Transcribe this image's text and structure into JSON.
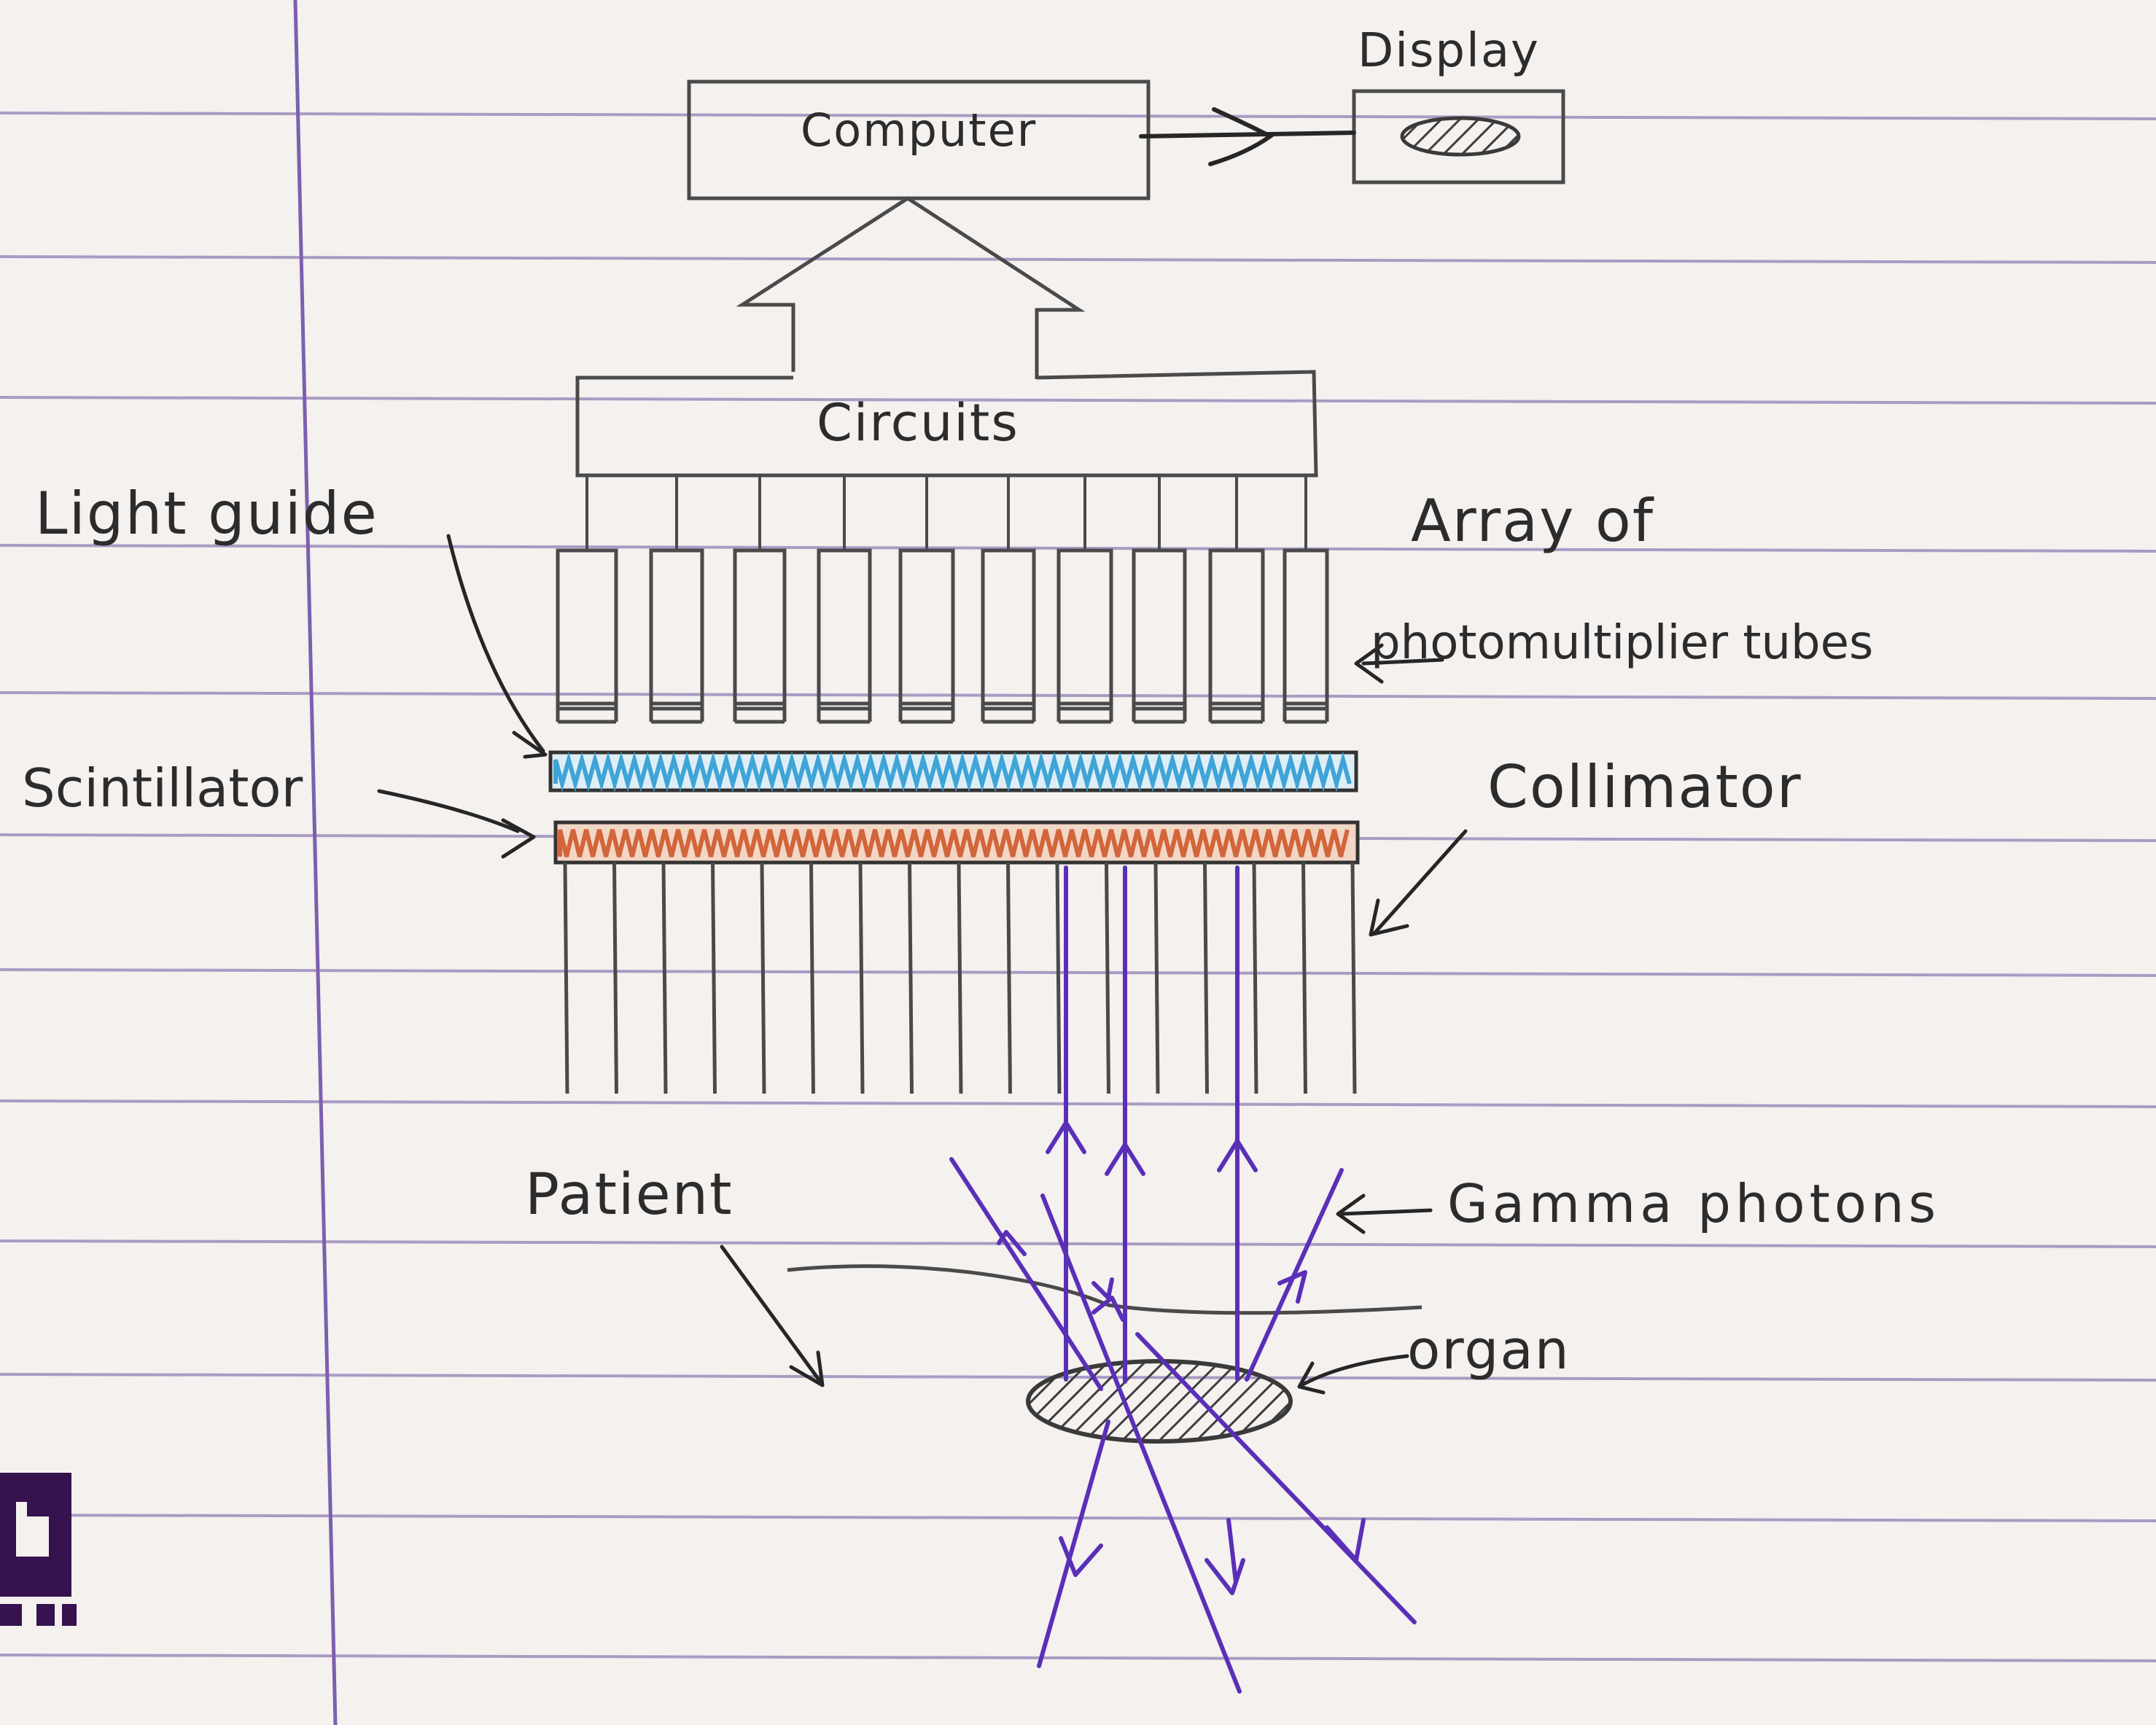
{
  "labels": {
    "display": "Display",
    "computer": "Computer",
    "circuits": "Circuits",
    "light_guide": "Light guide",
    "array_line1": "Array of",
    "array_line2": "photomultiplier tubes",
    "scintillator": "Scintillator",
    "collimator": "Collimator",
    "patient": "Patient",
    "gamma_photons": "Gamma photons",
    "organ": "organ"
  },
  "colors": {
    "paper": "#f4f1ef",
    "rule_lines": "#a99bc4",
    "margin_line": "#7d5fae",
    "pencil": "#4a4a4a",
    "ink": "#262626",
    "light_guide_fill": "#3fa4d6",
    "scintillator_fill": "#d2653a",
    "gamma_ray": "#5a2fb8",
    "logo": "#36124f"
  },
  "icons": {
    "corner_logo": "purple-corner-logo"
  }
}
